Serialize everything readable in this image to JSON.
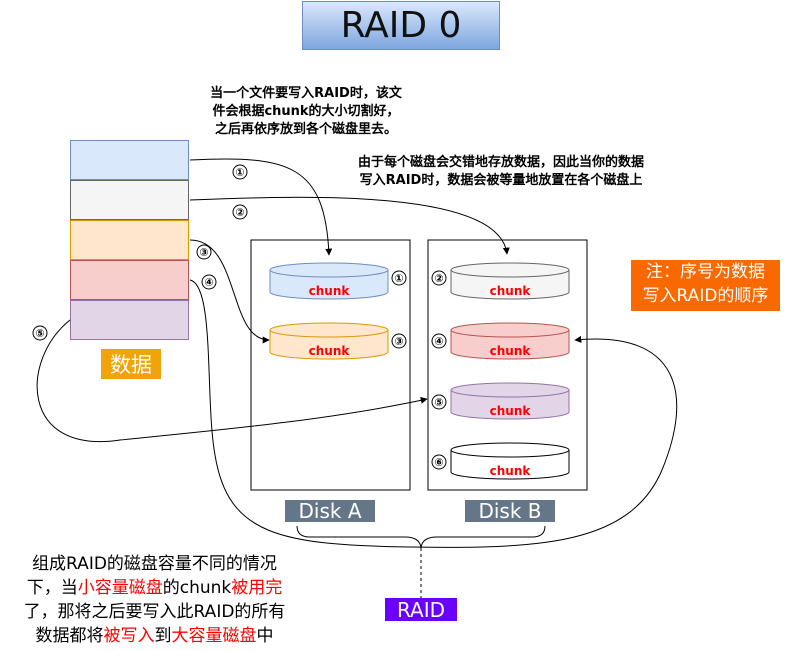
{
  "title": "RAID 0",
  "note_split": [
    "当一个文件要写入RAID时，该文",
    "件会根据chunk的大小切割好，",
    "之后再依序放到各个磁盘里去。"
  ],
  "note_interleave": [
    "由于每个磁盘会交错地存放数据，因此当你的数据",
    "写入RAID时，数据会被等量地放置在各个磁盘上"
  ],
  "data_blocks": [
    {
      "fill": "#dae8fc",
      "stroke": "#6c8ebf"
    },
    {
      "fill": "#f5f5f5",
      "stroke": "#666666"
    },
    {
      "fill": "#ffe6cc",
      "stroke": "#d79b00"
    },
    {
      "fill": "#f8cecc",
      "stroke": "#b85450"
    },
    {
      "fill": "#e1d5e7",
      "stroke": "#9673a6"
    }
  ],
  "data_label": "数据",
  "order_markers": [
    "①",
    "②",
    "③",
    "④",
    "⑤",
    "⑥"
  ],
  "disk_a": {
    "label": "Disk A",
    "chunks": [
      {
        "label": "chunk",
        "marker": "①",
        "fill": "#dae8fc",
        "stroke": "#6c8ebf"
      },
      {
        "label": "chunk",
        "marker": "③",
        "fill": "#ffe6cc",
        "stroke": "#d79b00"
      }
    ]
  },
  "disk_b": {
    "label": "Disk B",
    "chunks": [
      {
        "label": "chunk",
        "marker": "②",
        "fill": "#f5f5f5",
        "stroke": "#666666"
      },
      {
        "label": "chunk",
        "marker": "④",
        "fill": "#f8cecc",
        "stroke": "#b85450"
      },
      {
        "label": "chunk",
        "marker": "⑤",
        "fill": "#e1d5e7",
        "stroke": "#9673a6"
      },
      {
        "label": "chunk",
        "marker": "⑥",
        "fill": "#ffffff",
        "stroke": "#000000"
      }
    ]
  },
  "order_note": [
    "注：序号为数据",
    "写入RAID的顺序"
  ],
  "raid_label": "RAID",
  "bottom_note": {
    "line1": "组成RAID的磁盘容量不同的情况",
    "line2_a": "下，当",
    "line2_red1": "小容量磁盘",
    "line2_b": "的chunk",
    "line2_red2": "被用完",
    "line3": "了，那将之后要写入此RAID的所有",
    "line4_a": "数据都将",
    "line4_red1": "被写入",
    "line4_b": "到",
    "line4_red2": "大容量磁盘",
    "line4_c": "中"
  },
  "colors": {
    "accent_orange": "#f0a30a",
    "note_orange": "#fa6800",
    "disk_label": "#647687",
    "raid_purple": "#6a00ff",
    "emphasis_red": "#ff0000"
  }
}
